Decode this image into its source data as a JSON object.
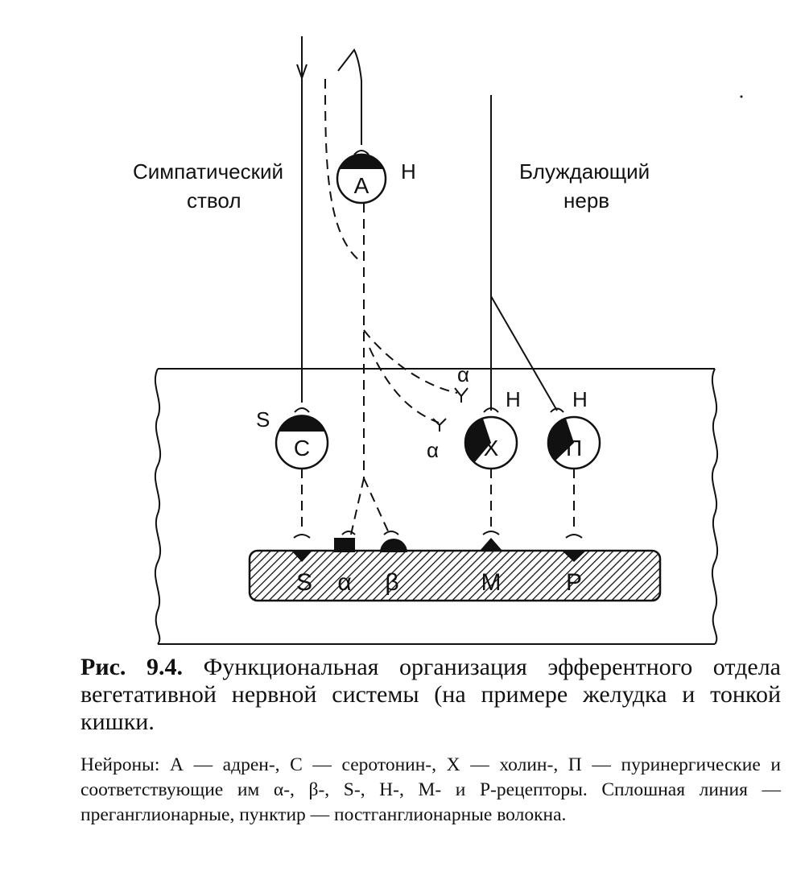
{
  "labels": {
    "sympathetic_trunk_line1": "Симпатический",
    "sympathetic_trunk_line2": "ствол",
    "vagus_line1": "Блуждающий",
    "vagus_line2": "нерв"
  },
  "neurons": {
    "adrenergic": {
      "letter": "А",
      "receptor": "Н"
    },
    "serotonergic": {
      "letter": "С",
      "receptor": "S"
    },
    "cholinergic": {
      "letter": "Х",
      "receptor": "Н"
    },
    "purinergic": {
      "letter": "П",
      "receptor": "Н"
    }
  },
  "presynaptic_alpha": [
    "α",
    "α"
  ],
  "effector_receptors": [
    "S",
    "α",
    "β",
    "M",
    "P"
  ],
  "caption": {
    "label": "Рис. 9.4.",
    "text": "Функциональная организация эфферентного отдела вегетативной нервной системы (на примере желудка и тонкой кишки."
  },
  "legend": "Нейроны: А — адрен-, С — серотонин-, Х — холин-, П — пуринергические и соответствующие им α-, β-, S-, Н-, М- и Р-рецепторы. Сплошная линия — преганглионарные, пунктир — постганглионарные волокна."
}
